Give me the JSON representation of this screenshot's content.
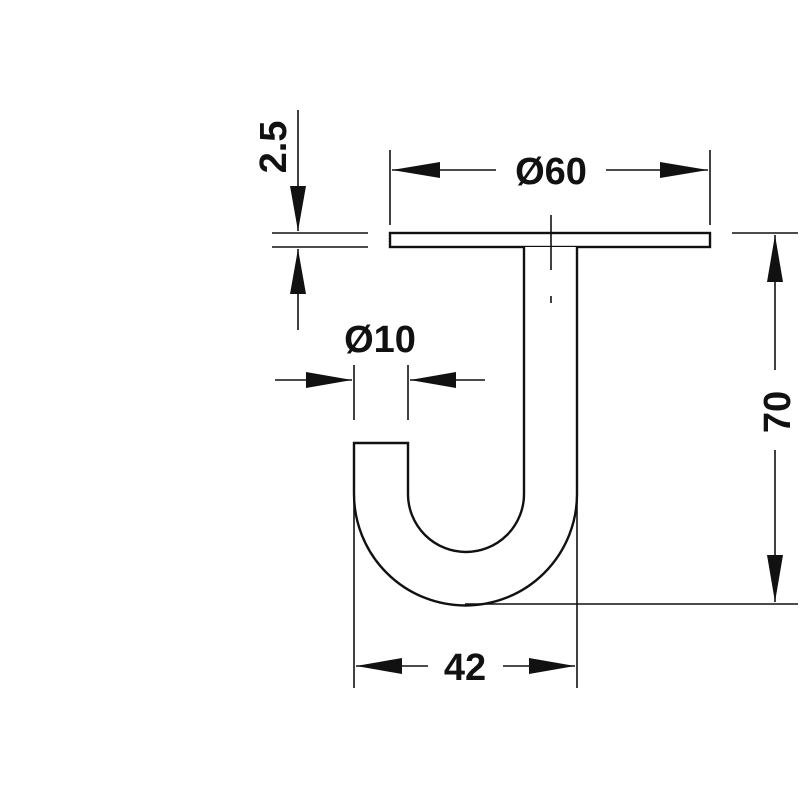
{
  "drawing": {
    "dimensions": {
      "plate_thickness": "2.5",
      "plate_diameter": "Ø60",
      "rod_diameter": "Ø10",
      "hook_width": "42",
      "total_height": "70"
    },
    "colors": {
      "line": "#111111",
      "background": "#ffffff"
    }
  }
}
